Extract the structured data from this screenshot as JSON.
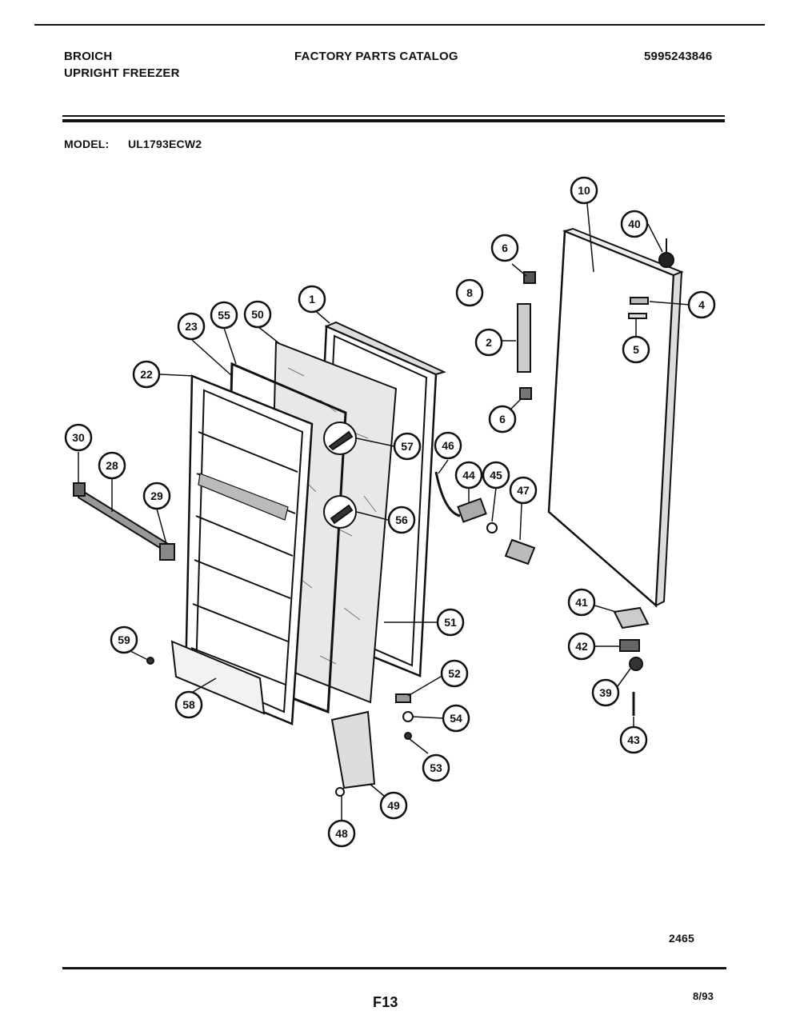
{
  "header": {
    "brand": "BROICH",
    "product": "UPRIGHT FREEZER",
    "catalog_title": "FACTORY PARTS CATALOG",
    "catalog_number": "5995243846",
    "model_label": "MODEL:",
    "model_number": "UL1793ECW2"
  },
  "footer": {
    "figure_id": "2465",
    "page": "F13",
    "date": "8/93"
  },
  "callouts": [
    "1",
    "2",
    "4",
    "5",
    "6",
    "6",
    "8",
    "10",
    "22",
    "23",
    "28",
    "29",
    "30",
    "39",
    "40",
    "41",
    "42",
    "43",
    "44",
    "45",
    "46",
    "47",
    "48",
    "49",
    "50",
    "51",
    "52",
    "53",
    "54",
    "55",
    "56",
    "57",
    "58",
    "59"
  ]
}
